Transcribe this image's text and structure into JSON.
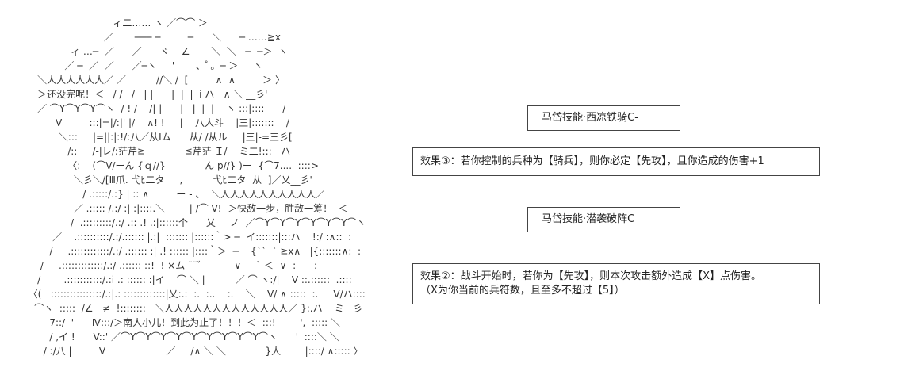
{
  "art_lines": [
    "                              ィ二…… ヽ ／⌒⌒ ＞",
    "                           ／       ─── ─         ─      ＼      ─ ……≧x",
    "                ィ …─  ／      ／      ヾ    ∠       ＼  ＼   ─  ─＞  ヽ",
    "              ／ ─  ／  ／      ／─ヽ     '       、 ゚ 。─ ＞     ヽ",
    "     ＼人人人人人人／ ／          //＼ /  [         ∧  ∧         ＞ 〉",
    "     ＞还没完呢！＜   / /   /   | |      |  |  |  i ハ   ∧ ＼ __彡'",
    "     ／ ⌒Y⌒Y⌒Y⌒ヽ  / ! /    /| |      |   |  |  |    ヽ :::|::::      /",
    "           V         :::|=|/:|' |/    ∧! !     |    八人斗    |三|:::::::    /",
    "            ＼:::     |=||:|:!/:八／从Ⅰム      从/ /从ル     |三|-=三彡[",
    "               /::     /-|レ/:茫芹≧             ≦芹茫 Ｉ/    ミ二!:::   ハ",
    "               〈:    (⌒V/ーん {ｑ//}             ん p//} )ー  {⌒7....  ::::>",
    "                 ＼彡＼/[Ⅲ爪. 弋ﾋ二タ     ,          弋ﾋ二タ  从  ]／乂__彡'",
    "                    / .:::::/.:} | :: ∧         ー ‐ 、  ＼人人人人人人人人人人／",
    "                 ／ .::::: /.:/ :| :|::::.＼        | /⌒ V!  ＞快敌一步，胜敌一筹！  ＜",
    "                /  .:::::::::/.:/ .:: .! .:|::::::个      乂___ノ  ／⌒Y⌒Y⌒Y⌒Y⌒Y⌒Y⌒ヽ",
    "          ／    .::::::::::/.:/.:::::: |.:|  ::::::: |::::::｀> ─  イ:::::::|:::ハ    !:/ :∧::  :",
    "         /     .::::::::::::/.:/ .:::::: :| .! :::::: |::::｀＞  ─    {``  ` ≧x∧   |{:::::::∧:  :",
    "      /     .:::::::::::::/.:/ .:::::: ::!  ! ×ム ¨¨゛         ∨     ` ＜  ∨  :      :",
    "     /  ___ .:::::::::::/.:i .: :::::: :|イ    ⌒ ＼ |          ／ ⌒ ヽ:/|    V ::.::::::  .::::",
    "  〈(   ::::::::::::::::/.:|.: :::::::::::::|乂:.:  :.  :..    :.    ＼    V/ ∧ :::::  :.     V/ハ::::",
    "    ⌒ヽ  :::::  /∠   ≠  !::::::::   ＼人人人人人人人人人人人人人／ }:.ハ    ミ   彡",
    "         7::/  '      Ⅳ:::/＞南人小儿！到此为止了！！！＜  :::!        ',  ::::: ＼",
    "         / ,イ !      V::' ／⌒Y⌒Y⌒Y⌒Y⌒Y⌒Y⌒Y⌒Y⌒Y⌒ヽ      '  ::::＼ ＼",
    "       / :/八 |         V                    ／     /∧ ＼ ＼             }人        |::::/ ∧::::: 〉"
  ],
  "panels": [
    {
      "kind": "title",
      "text": "马岱技能·西凉铁骑C-"
    },
    {
      "kind": "effect",
      "lines": [
        "效果③：若你控制的兵种为【骑兵】，则你必定【先攻】，且你造成的伤害+1"
      ]
    },
    {
      "kind": "title",
      "text": "马岱技能·潜袭破阵C"
    },
    {
      "kind": "effect",
      "lines": [
        "效果②：战斗开始时，若你为【先攻】，则本次攻击额外造成【X】点伤害。",
        "（X为你当前的兵符数，且至多不超过【5】）"
      ]
    }
  ]
}
